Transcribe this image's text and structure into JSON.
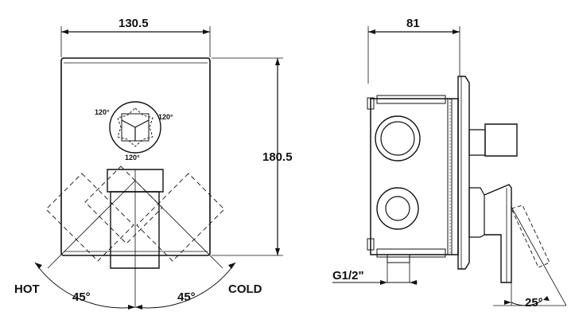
{
  "front_view": {
    "width_label": "130.5",
    "height_label": "180.5",
    "rotation_label_left": "120°",
    "rotation_label_right": "120°",
    "rotation_label_bottom": "120°",
    "hot_label": "HOT",
    "cold_label": "COLD",
    "angle_left_label": "45°",
    "angle_right_label": "45°"
  },
  "side_view": {
    "depth_label": "81",
    "thread_label": "G1/2\"",
    "lever_angle_label": "25°"
  },
  "colors": {
    "line": "#111111",
    "background": "#ffffff"
  }
}
